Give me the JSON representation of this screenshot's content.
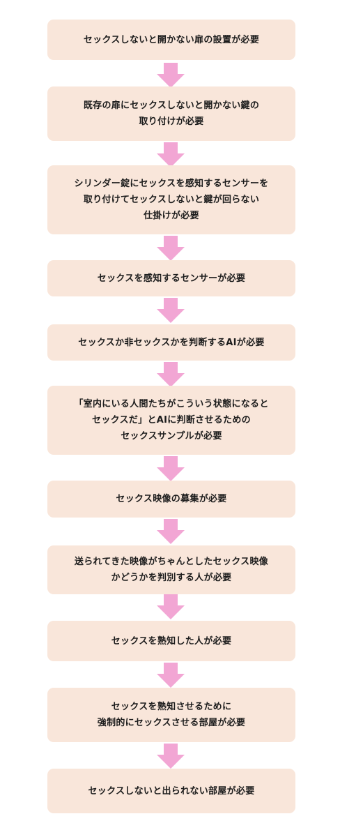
{
  "flow": {
    "accent_color": "#f2a6d4",
    "box_color": "#f9e6da",
    "steps": [
      {
        "text": "セックスしないと開かない扉の設置が必要"
      },
      {
        "text": "既存の扉にセックスしないと開かない鍵の\n取り付けが必要"
      },
      {
        "text": "シリンダー錠にセックスを感知するセンサーを\n取り付けてセックスしないと鍵が回らない\n仕掛けが必要"
      },
      {
        "text": "セックスを感知するセンサーが必要"
      },
      {
        "text": "セックスか非セックスかを判断するAIが必要"
      },
      {
        "text": "「室内にいる人間たちがこういう状態になると\nセックスだ」とAIに判断させるための\nセックスサンプルが必要"
      },
      {
        "text": "セックス映像の募集が必要"
      },
      {
        "text": "送られてきた映像がちゃんとしたセックス映像\nかどうかを判別する人が必要"
      },
      {
        "text": "セックスを熟知した人が必要"
      },
      {
        "text": "セックスを熟知させるために\n強制的にセックスさせる部屋が必要"
      },
      {
        "text": "セックスしないと出られない部屋が必要"
      }
    ]
  }
}
